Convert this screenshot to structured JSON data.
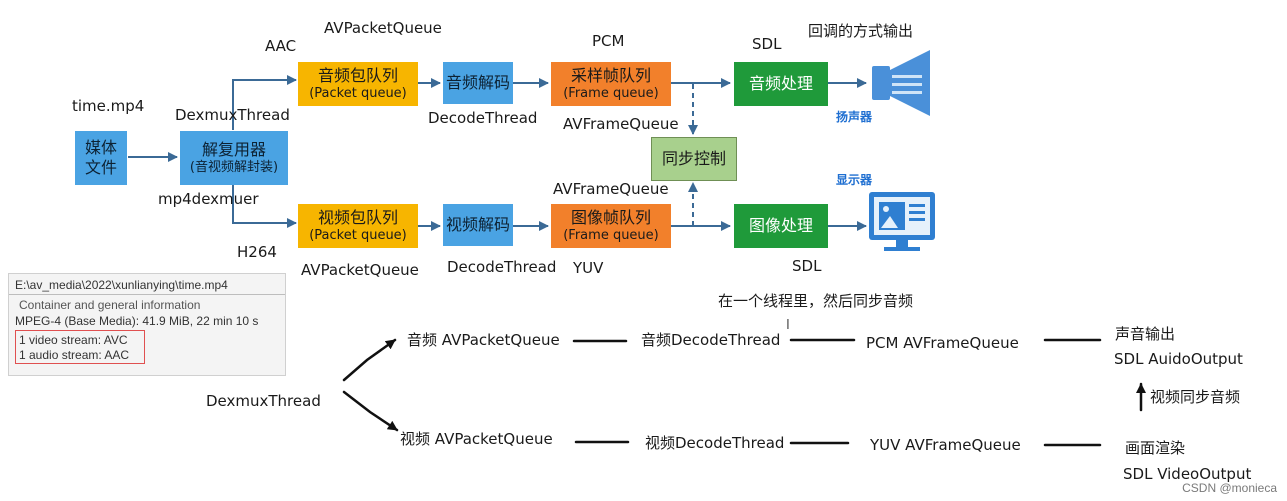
{
  "top": {
    "media_file": {
      "line1": "媒体",
      "line2": "文件"
    },
    "demuxer": {
      "title": "解复用器",
      "sub": "(音视频解封装)"
    },
    "audio_packet": {
      "title": "音频包队列",
      "sub": "(Packet queue)"
    },
    "audio_decode": {
      "title": "音频解码"
    },
    "sample_frame": {
      "title": "采样帧队列",
      "sub": "(Frame queue)"
    },
    "audio_process": {
      "title": "音频处理"
    },
    "video_packet": {
      "title": "视频包队列",
      "sub": "(Packet queue)"
    },
    "video_decode": {
      "title": "视频解码"
    },
    "image_frame": {
      "title": "图像帧队列",
      "sub": "(Frame queue)"
    },
    "image_process": {
      "title": "图像处理"
    },
    "sync": {
      "title": "同步控制"
    },
    "labels": {
      "time_mp4": "time.mp4",
      "dexmux_thread": "DexmuxThread",
      "mp4dexmuer": "mp4dexmuer",
      "aac": "AAC",
      "h264": "H264",
      "av_packet_queue_top": "AVPacketQueue",
      "av_packet_queue_bottom": "AVPacketQueue",
      "decode_thread_top": "DecodeThread",
      "decode_thread_bottom": "DecodeThread",
      "pcm": "PCM",
      "yuv": "YUV",
      "av_frame_queue_top": "AVFrameQueue",
      "av_frame_queue_mid": "AVFrameQueue",
      "sdl_top": "SDL",
      "sdl_bottom": "SDL",
      "callback_output": "回调的方式输出",
      "speaker": "扬声器",
      "display": "显示器",
      "single_thread_note": "在一个线程里，然后同步音频"
    }
  },
  "info_panel": {
    "path": "E:\\av_media\\2022\\xunlianying\\time.mp4",
    "header": "Container and general information",
    "format": "MPEG-4 (Base Media): 41.9 MiB, 22 min 10 s",
    "video_stream": "1 video stream: AVC",
    "audio_stream": "1 audio stream: AAC"
  },
  "bottom": {
    "dexmux": "DexmuxThread",
    "audio_queue": "音频 AVPacketQueue",
    "audio_decode": "音频DecodeThread",
    "pcm_queue": "PCM AVFrameQueue",
    "sound_output": "声音输出",
    "sdl_audio": "SDL AuidoOutput",
    "video_sync_audio": "视频同步音频",
    "video_queue": "视频 AVPacketQueue",
    "video_decode": "视频DecodeThread",
    "yuv_queue": "YUV AVFrameQueue",
    "render": "画面渲染",
    "sdl_video": "SDL VideoOutput"
  },
  "watermark": "CSDN @monieca",
  "icons": {
    "speaker": "speaker-icon",
    "monitor": "monitor-icon",
    "cursor": "text-cursor-icon"
  },
  "colors": {
    "yellow": "#f7b500",
    "blue": "#4aa3e3",
    "orange": "#f2802b",
    "green": "#1f9a3a",
    "light_green": "#a8d08d",
    "arrow": "#3b6a96"
  }
}
